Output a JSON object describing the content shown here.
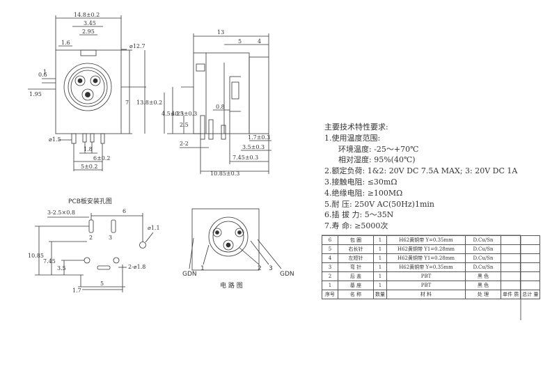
{
  "front_view": {
    "dims": {
      "width": "14.8±0.2",
      "d345": "3.45",
      "d295": "2.95",
      "d16": "1.6",
      "dia127": "⌀12.7",
      "d06": "0.6",
      "d1": "1",
      "d195": "1.95",
      "d7": "7",
      "d138": "13.8±0.2",
      "dia15": "⌀1.5",
      "d18": "1.8",
      "d6": "6±0.2",
      "d5": "5±0.2"
    }
  },
  "side_view": {
    "dims": {
      "d13": "13",
      "d5": "5",
      "d4": "4",
      "d45": "4.5±0.3",
      "d425": "4.25±0.3",
      "d08": "0.8",
      "d25": "2.5",
      "d22": "2-2",
      "d745": "7.45±0.3",
      "d17": "1.7±0.3",
      "d35": "3.5±0.3",
      "d1085": "10.85±0.3"
    }
  },
  "pcb": {
    "title": "PCB板安装孔图",
    "dims": {
      "slot": "3-2.5×0.8",
      "d6": "6",
      "dia11": "⌀1.1",
      "p2": "2",
      "p3": "3",
      "d1085": "10.85",
      "d745": "7.45",
      "d35": "3.5",
      "slot2": "2-⌀1.8",
      "d17": "1.7",
      "d5": "5"
    }
  },
  "circuit": {
    "gdn_left": "GDN",
    "gdn_right": "GDN",
    "p1": "1",
    "p2": "2",
    "p3": "3",
    "caption": "电 路 图"
  },
  "specs": {
    "title": "主要技术特性要求:",
    "l1": "1.使用温度范围:",
    "l1a": "环境温度: -25～+70℃",
    "l1b": "相对湿度: 95%(40℃)",
    "l2": "2.额定负荷: 1&2: 20V DC 7.5A MAX; 3: 20V DC 1A",
    "l3": "3.接触电阻: ≤30mΩ",
    "l4": "4.绝缘电阻: ≥100MΩ",
    "l5": "5.耐    压: 250V AC(50Hz)1min",
    "l6": "6.插 拔 力: 5～35N",
    "l7": "7.寿    命: ≥5000次"
  },
  "bom": {
    "rows": [
      {
        "no": "6",
        "name": "包 圈",
        "qty": "1",
        "mat": "H62黄铜带 Y=0.35mm",
        "proc": "D.Cu/Sn"
      },
      {
        "no": "5",
        "name": "右长针",
        "qty": "1",
        "mat": "H62黄铜带 Y1=0.28mm",
        "proc": "D.Cu/Sn"
      },
      {
        "no": "4",
        "name": "左短针",
        "qty": "1",
        "mat": "H62黄铜带 Y1=0.28mm",
        "proc": "D.Cu/Sn"
      },
      {
        "no": "3",
        "name": "弯 针",
        "qty": "1",
        "mat": "H62黄铜带 Y=0.35mm",
        "proc": "D.Cu/Sn"
      },
      {
        "no": "2",
        "name": "后 盖",
        "qty": "1",
        "mat": "PBT",
        "proc": "黑 色"
      },
      {
        "no": "1",
        "name": "基 座",
        "qty": "1",
        "mat": "PBT",
        "proc": "黑 色"
      }
    ],
    "header": {
      "no": "序号",
      "name": "名 称",
      "qty": "数量",
      "mat": "材 料",
      "proc": "处 理",
      "unit": "单件 质",
      "total": "总计 量"
    }
  }
}
